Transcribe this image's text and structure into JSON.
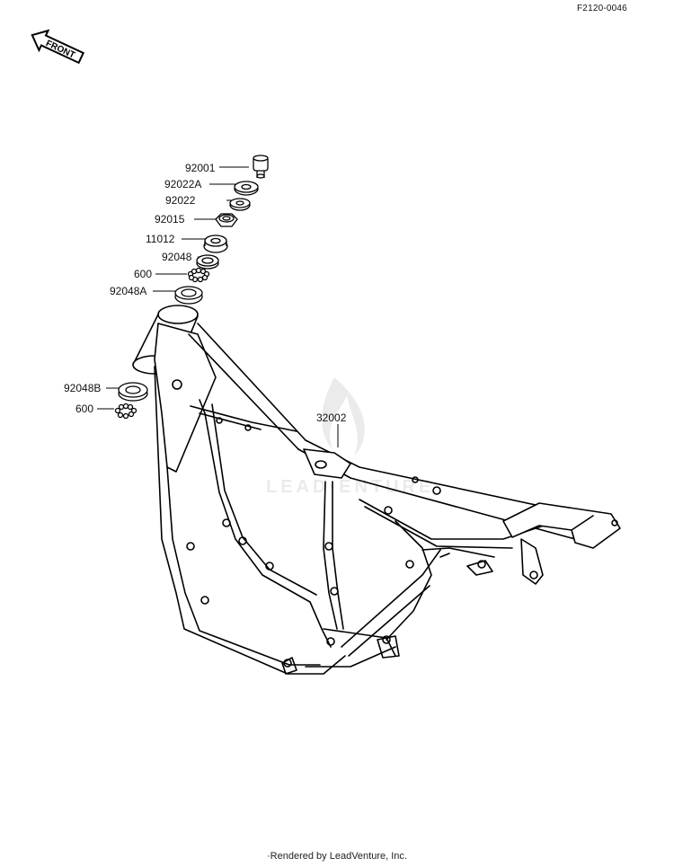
{
  "diagram_code": "F2120-0046",
  "front_badge": "FRONT",
  "callouts": {
    "c92001": "92001",
    "c92022A": "92022A",
    "c92022": "92022",
    "c92015": "92015",
    "c11012": "11012",
    "c92048": "92048",
    "c600a": "600",
    "c92048A": "92048A",
    "c92048B": "92048B",
    "c600b": "600",
    "c32002": "32002"
  },
  "footer": "·Rendered by LeadVenture, Inc."
}
